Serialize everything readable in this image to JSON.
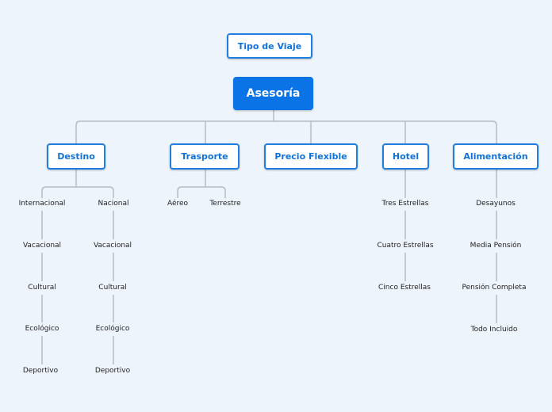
{
  "floating": {
    "label": "Tipo de Viaje"
  },
  "root": {
    "label": "Asesoría"
  },
  "branches": [
    {
      "label": "Destino"
    },
    {
      "label": "Trasporte"
    },
    {
      "label": "Precio Flexible"
    },
    {
      "label": "Hotel"
    },
    {
      "label": "Alimentación"
    }
  ],
  "destino": {
    "internacional": [
      "Internacional",
      "Vacacional",
      "Cultural",
      "Ecológico",
      "Deportivo"
    ],
    "nacional": [
      "Nacional",
      "Vacacional",
      "Cultural",
      "Ecológico",
      "Deportivo"
    ]
  },
  "trasporte": [
    "Aéreo",
    "Terrestre"
  ],
  "hotel": [
    "Tres Estrellas",
    "Cuatro Estrellas",
    "Cinco Estrellas"
  ],
  "alimentacion": [
    "Desayunos",
    "Media Pensión",
    "Pensión Completa",
    "Todo Incluido"
  ],
  "colors": {
    "accent": "#0a74e6",
    "line": "#b5bcc4",
    "background": "#eef4fb"
  }
}
